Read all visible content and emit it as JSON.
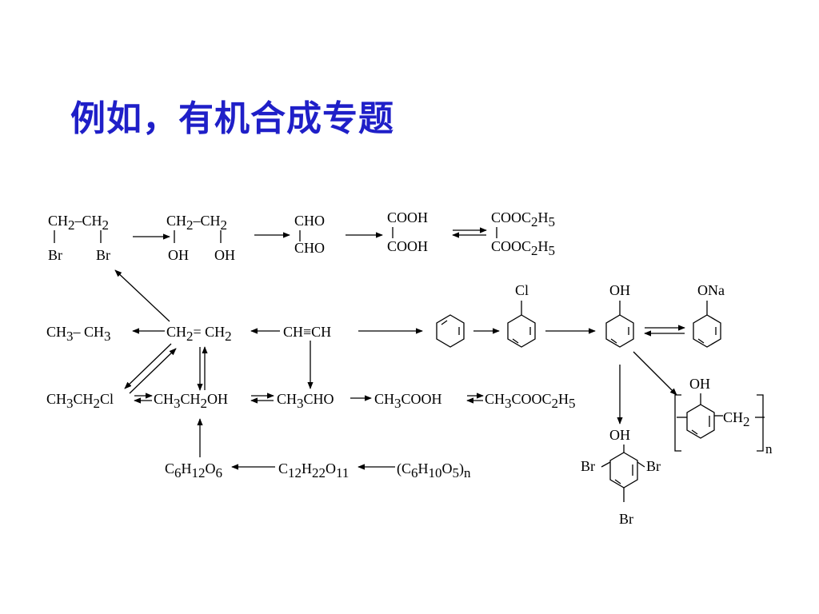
{
  "title": "例如，有机合成专题",
  "labels": {
    "br": "Br",
    "oh": "OH",
    "cho": "CHO",
    "cooh": "COOH",
    "cl": "Cl",
    "ona": "ONa",
    "ch3ch3": "CH3– CH3",
    "ch2ch2": "CH2= CH2",
    "chch": "CH≡CH",
    "ch3ch2cl": "CH3CH2Cl",
    "ch3ch2oh": "CH3CH2OH",
    "ch3cho": "CH3CHO",
    "ch3cooh": "CH3COOH",
    "ch3cooc2h5": "CH3COOC2H5",
    "glucose": "C6H12O6",
    "maltose": "C12H22O11",
    "starch": "(C6H10O5)n",
    "ch2_bridge": "CH2",
    "n": "n"
  }
}
